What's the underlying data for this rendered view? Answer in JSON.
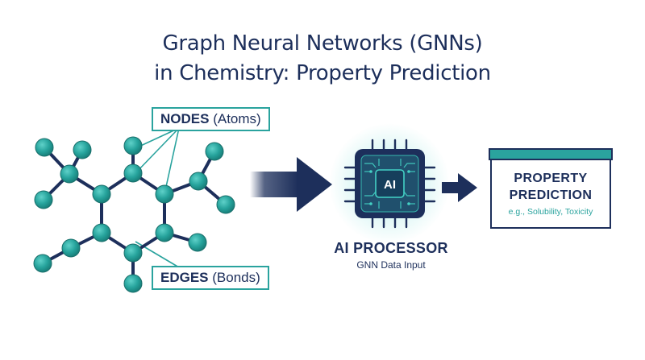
{
  "title": {
    "line1": "Graph Neural Networks (GNNs)",
    "line2": "in Chemistry: Property Prediction"
  },
  "molecule": {
    "nodes_callout": {
      "bold": "NODES",
      "rest": " (Atoms)"
    },
    "edges_callout": {
      "bold": "EDGES",
      "rest": " (Bonds)"
    }
  },
  "processor": {
    "chip_label": "AI",
    "title": "AI PROCESSOR",
    "subtitle": "GNN Data Input"
  },
  "prediction": {
    "title_line1": "PROPERTY",
    "title_line2": "PREDICTION",
    "subtitle": "e.g., Solubility, Toxicity"
  },
  "colors": {
    "navy": "#1d2f5b",
    "teal": "#2aa39e",
    "teal_node": "#27a59f"
  }
}
